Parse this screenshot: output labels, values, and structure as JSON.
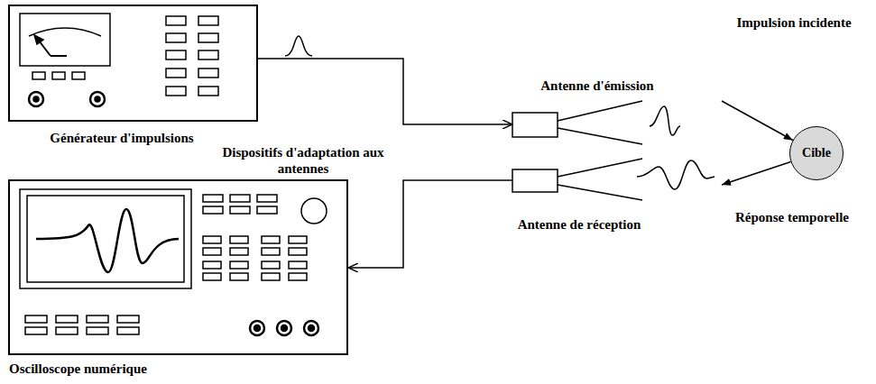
{
  "diagram": {
    "nodes": [
      {
        "text": [
          "Générateur d'impulsions"
        ]
      },
      {
        "text": [
          "Antenne d'émission"
        ]
      },
      {
        "text": [
          "Cible"
        ]
      },
      {
        "text": [
          "Antenne de réception"
        ]
      },
      {
        "text": [
          "Oscilloscope numérique"
        ]
      }
    ],
    "edges": [
      {
        "from": 0,
        "to": 1,
        "arrow": "to"
      },
      {
        "from": 1,
        "to": 2,
        "arrow": "to"
      },
      {
        "from": 2,
        "to": 3,
        "arrow": "to"
      },
      {
        "from": 3,
        "to": 4,
        "arrow": "to"
      }
    ],
    "labels": [
      "Dispositifs d'adaptation aux antennes",
      "Impulsion incidente",
      "Réponse temporelle"
    ]
  }
}
